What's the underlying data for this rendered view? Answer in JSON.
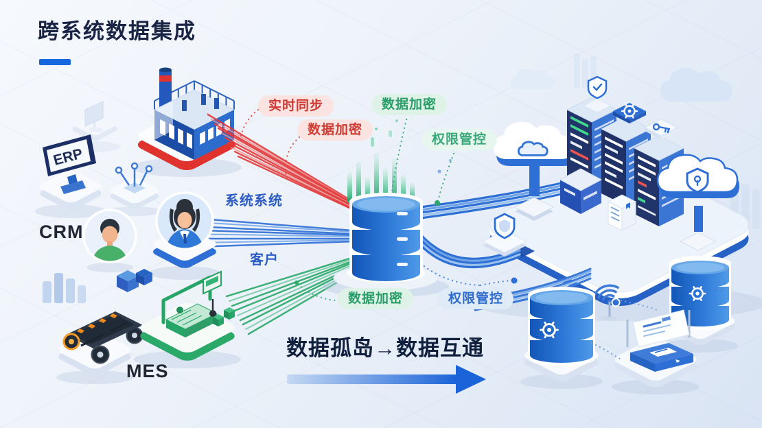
{
  "title": "跨系统数据集成",
  "headline": "数据孤岛→数据互通",
  "systems": {
    "erp": "ERP",
    "crm": "CRM",
    "mes": "MES"
  },
  "labels": {
    "realtime_sync": "实时同步",
    "encrypt_red": "数据加密",
    "encrypt_green_top": "数据加密",
    "access_green": "权限管控",
    "system_link": "系统系统",
    "customer_link": "客户",
    "encrypt_green_bottom": "数据加密",
    "access_blue": "权限管控"
  },
  "colors": {
    "title": "#1a2444",
    "accent_blue": "#1567e0",
    "red_line": "#e23b3b",
    "blue_line": "#2e6fd6",
    "green_line": "#2aa968",
    "pill_red_bg": "#fae3e1",
    "pill_red_text": "#cf3a32",
    "pill_green_bg": "#def2e7",
    "pill_green_text": "#2a9e68",
    "pill_blue_bg": "#e0ebf8",
    "pill_blue_text": "#2f6cce",
    "database_body": "#2f7ad8",
    "platform_rim_red": "#e1332e",
    "platform_rim_green": "#2aa968",
    "platform_rim_blue": "#2e6fd6"
  },
  "icons": {
    "factory-icon": "isometric-factory",
    "erp-monitor-icon": "monitor",
    "circuit-icon": "circuit-nodes",
    "mail-icon": "mail-flag",
    "male-avatar": "person",
    "female-avatar": "person",
    "chart-bars-icon": "bar-chart",
    "packages-icon": "boxes",
    "agv-chassis-icon": "wheeled-chassis",
    "production-line-icon": "robotic-line",
    "central-database-icon": "database-cylinder",
    "data-stream-bars": "equalizer-bars",
    "cloud-icon": "cloud",
    "lock-cloud-icon": "cloud-shield-lock",
    "server-rack-icon": "server-tower",
    "shield-icon": "shield-check",
    "gear-icon": "gear",
    "key-icon": "key",
    "network-cube-icon": "cube",
    "document-box-icon": "document",
    "shield-card-icon": "shield-card",
    "wifi-icon": "wifi",
    "database-gear-icon": "database-gear",
    "terminal-icon": "laptop-terminal",
    "flow-arrow": "arrow-right"
  }
}
